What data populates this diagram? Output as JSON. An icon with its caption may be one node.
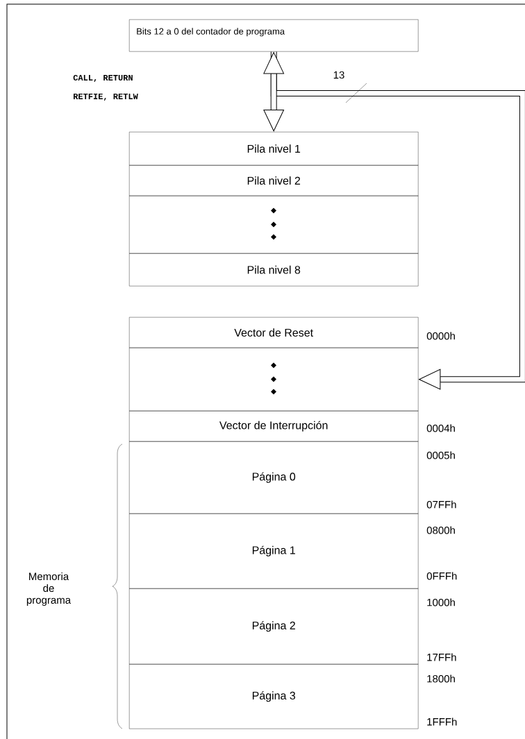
{
  "diagram": {
    "nodes": [
      {
        "text": [
          "Bits 12 a 0 del contador de programa"
        ]
      },
      {
        "text": [
          "Pila nivel 1"
        ]
      },
      {
        "text": [
          "Pila nivel 2"
        ]
      },
      {
        "text": [],
        "shape": "box"
      },
      {
        "text": [
          "Pila nivel 8"
        ]
      },
      {
        "text": [
          "Vector de Reset"
        ],
        "beside": [
          "0000h"
        ]
      },
      {
        "text": [],
        "shape": "box"
      },
      {
        "text": [
          "Vector de Interrupción"
        ],
        "beside": [
          "0004h"
        ]
      },
      {
        "text": [
          "Página 0"
        ],
        "beside": [
          "0005h",
          "07FFh"
        ]
      },
      {
        "text": [
          "Página 1"
        ],
        "beside": [
          "0800h",
          "0FFFh"
        ]
      },
      {
        "text": [
          "Página 2"
        ],
        "beside": [
          "1000h",
          "17FFh"
        ]
      },
      {
        "text": [
          "Página 3"
        ],
        "beside": [
          "1800h",
          "1FFFh"
        ]
      }
    ],
    "edges": [
      {
        "from": 0,
        "to": 1,
        "arrow": "both"
      },
      {
        "from": 0,
        "to": 6,
        "arrow": "to",
        "label": "13"
      }
    ],
    "labels": [
      "CALL, RETURN",
      "RETFIE, RETLW",
      "Memoria de programa"
    ]
  }
}
